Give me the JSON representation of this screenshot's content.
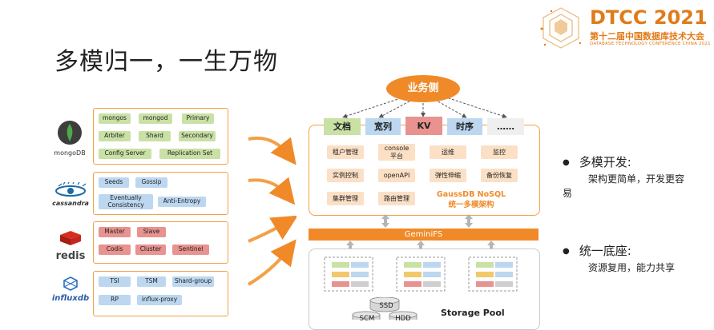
{
  "slide": {
    "title": "多模归一，一生万物"
  },
  "logo": {
    "main": "DTCC 2021",
    "sub": "第十二届中国数据库技术大会",
    "en": "DATABASE TECHNOLOGY CONFERENCE CHINA 2021"
  },
  "databases": [
    {
      "name": "mongoDB",
      "chips": [
        "mongos",
        "mongod",
        "Primary",
        "Arbiter",
        "Shard",
        "Secondary",
        "Config Server",
        "Replication Set"
      ]
    },
    {
      "name": "cassandra",
      "chips": [
        "Seeds",
        "Gossip",
        "Eventually Consistency",
        "Anti-Entropy"
      ]
    },
    {
      "name": "redis",
      "chips": [
        "Master",
        "Slave",
        "Codis",
        "Cluster",
        "Sentinel"
      ]
    },
    {
      "name": "influxdb",
      "chips": [
        "TSI",
        "TSM",
        "Shard-group",
        "RP",
        "influx-proxy"
      ]
    }
  ],
  "architecture": {
    "business": "业务侧",
    "tabs": [
      "文档",
      "宽列",
      "KV",
      "时序",
      "……"
    ],
    "modules": [
      "租户管理",
      "console平台",
      "运维",
      "监控",
      "实例控制",
      "openAPI",
      "弹性伸缩",
      "备份恢复",
      "集群管理",
      "路由管理"
    ],
    "product_line1": "GaussDB NoSQL",
    "product_line2": "统一多模架构",
    "gemini": "GeminiFS",
    "storage_pool": "Storage Pool",
    "disks": [
      "SSD",
      "SCM",
      "HDD"
    ]
  },
  "bullets": [
    {
      "head": "多模开发:",
      "text1": "架构更简单，开发更容",
      "text2": "易"
    },
    {
      "head": "统一底座:",
      "text1": "资源复用，能力共享"
    }
  ],
  "colors": {
    "accent": "#f08a28",
    "border": "#f3a046",
    "green": "#c9e1a5",
    "blue": "#bcd7ef",
    "red": "#e8938f"
  }
}
